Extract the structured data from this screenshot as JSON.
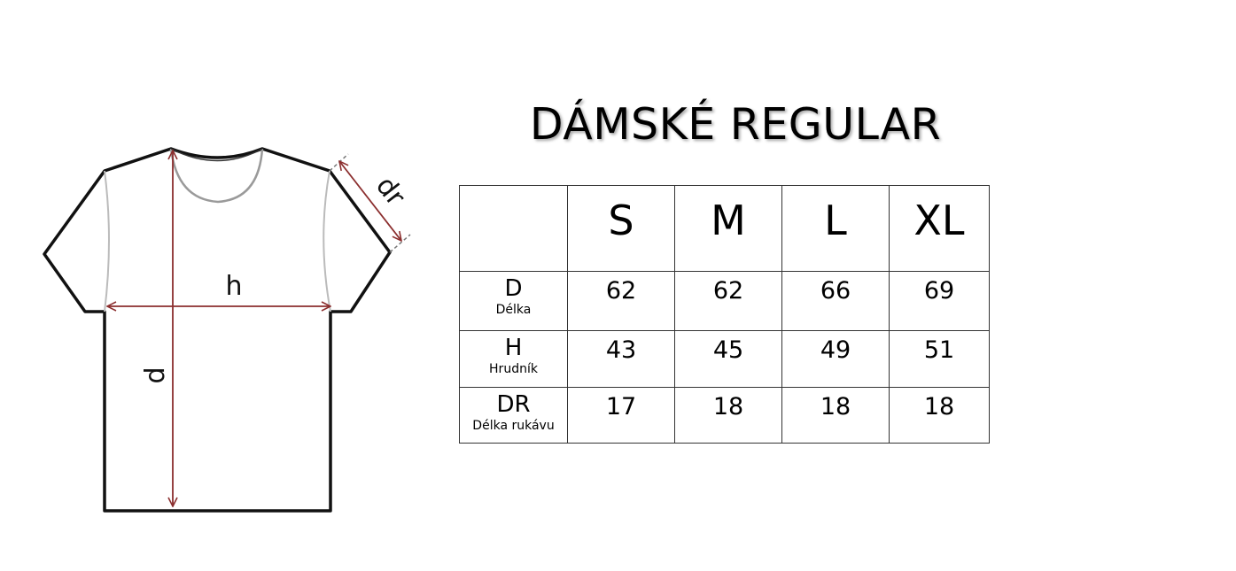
{
  "title": "DÁMSKÉ REGULAR",
  "diagram": {
    "labels": {
      "length": "d",
      "width": "h",
      "sleeve": "dr"
    },
    "arrow_color": "#8B2E2E"
  },
  "table": {
    "sizes": [
      "S",
      "M",
      "L",
      "XL"
    ],
    "rows": [
      {
        "code": "D",
        "desc": "Délka",
        "values": [
          "62",
          "62",
          "66",
          "69"
        ]
      },
      {
        "code": "H",
        "desc": "Hrudník",
        "values": [
          "43",
          "45",
          "49",
          "51"
        ]
      },
      {
        "code": "DR",
        "desc": "Délka rukávu",
        "values": [
          "17",
          "18",
          "18",
          "18"
        ]
      }
    ]
  }
}
